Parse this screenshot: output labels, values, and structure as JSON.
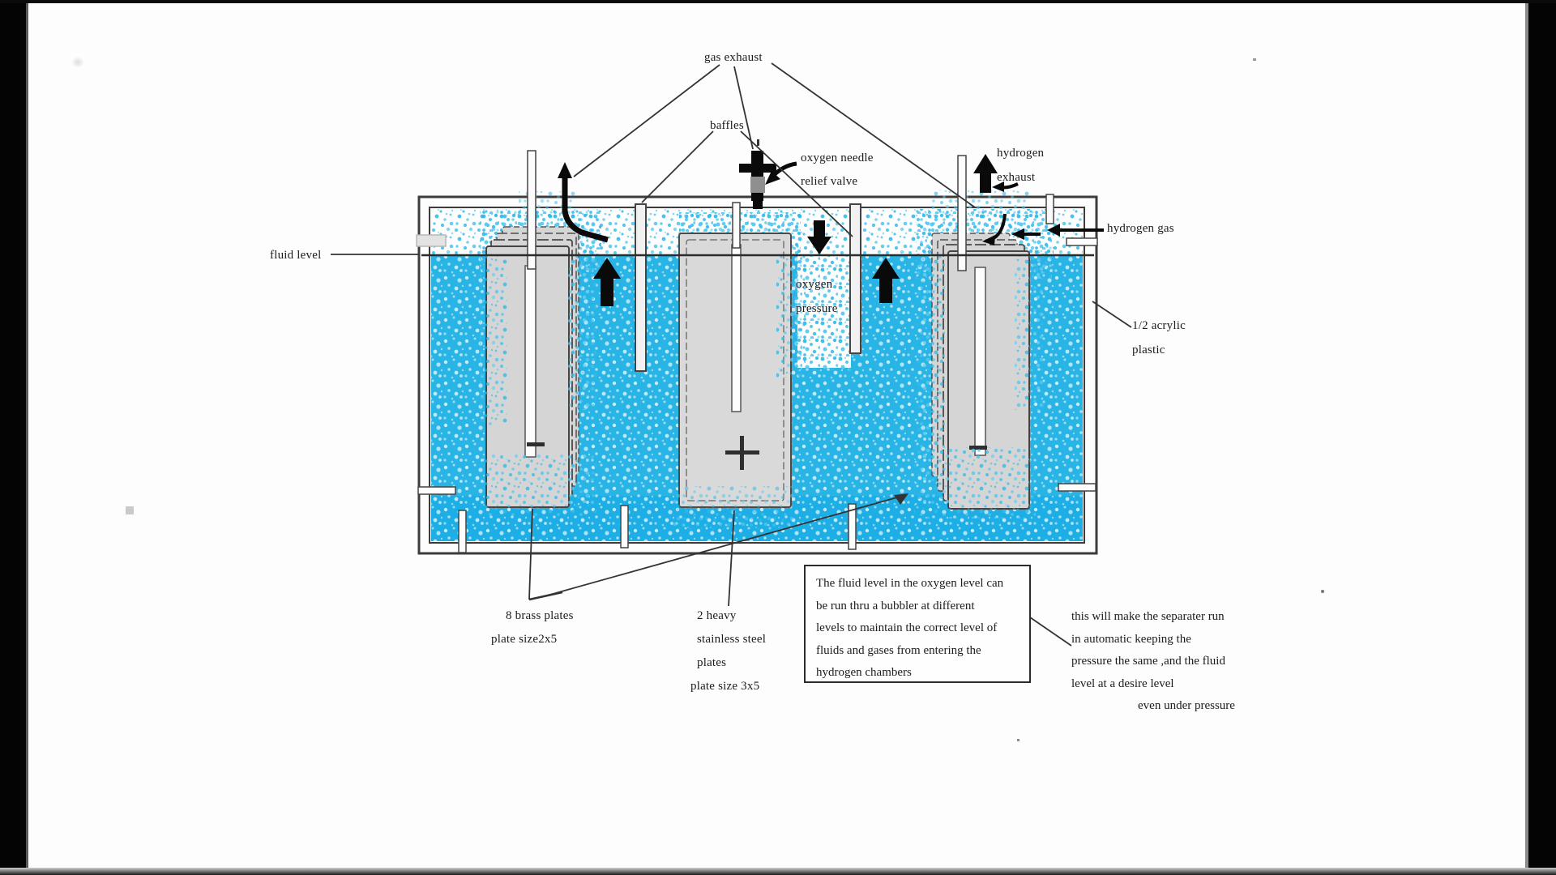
{
  "colors": {
    "fluid": "#29b4e6",
    "fluid_deep": "#1fadе3",
    "plate": "#d5d5d5",
    "plate_center": "#d9d9d9",
    "baffle": "#f1f1f1",
    "outline": "#3c3c3c",
    "ink": "#1c1c1c"
  },
  "labels": {
    "gas_exhaust": {
      "text": "gas exhaust"
    },
    "baffles": {
      "text": "baffles"
    },
    "oxygen_needle_valve": {
      "line1": "oxygen needle",
      "line2": "relief valve"
    },
    "hydrogen_exhaust": {
      "line1": "hydrogen",
      "line2": "exhaust"
    },
    "hydrogen_gas": {
      "text": "hydrogen gas"
    },
    "fluid_level": {
      "text": "fluid level"
    },
    "oxygen_pressure": {
      "line1": "oxygen",
      "line2": "pressure"
    },
    "acrylic": {
      "line1": "1/2 acrylic",
      "line2": "plastic"
    },
    "brass_plates": {
      "line1": "8 brass plates",
      "line2": "plate size2x5"
    },
    "steel_plates": {
      "line1": "2 heavy",
      "line2": "stainless steel",
      "line3": "plates",
      "line4": "plate size 3x5"
    }
  },
  "notes": {
    "bubbler_box": {
      "lines": [
        "The fluid level in the oxygen level can",
        "be run thru a bubbler at different",
        "levels to maintain the correct level of",
        "fluids and gases from entering the",
        "hydrogen chambers"
      ]
    },
    "auto_note": {
      "lines": [
        "this will make the separater run",
        "in automatic keeping the",
        "pressure the same ,and the fluid",
        "level at a desire level",
        "even under pressure"
      ]
    }
  }
}
